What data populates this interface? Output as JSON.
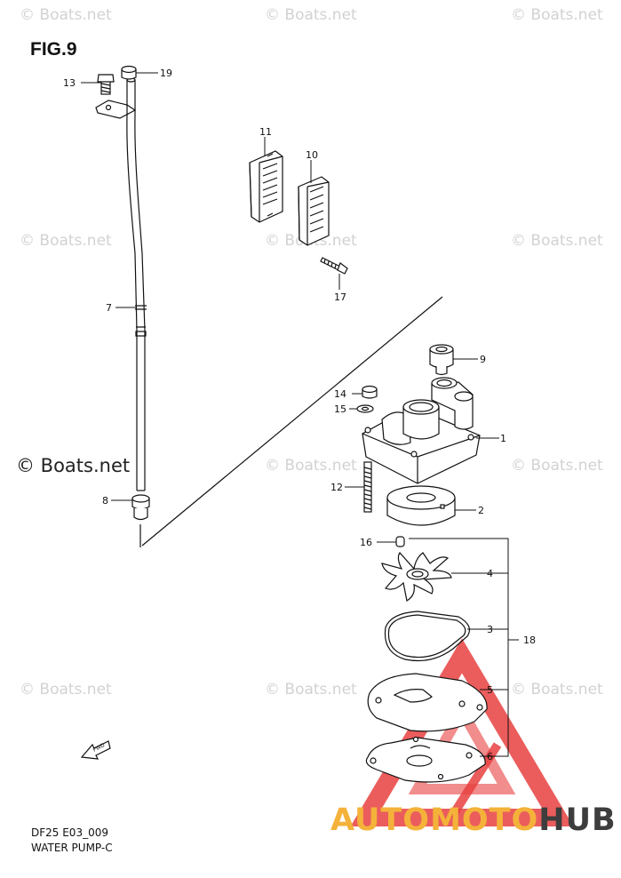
{
  "figure_label": "FIG.9",
  "watermark": "© Boats.net",
  "footer": {
    "code": "DF25 E03_009",
    "title": "WATER PUMP-C"
  },
  "brand": {
    "part1": "AUTO",
    "part2": "MOTO",
    "part3": "HUB",
    "orange": "#f4b23a",
    "dark": "#3d3d3d",
    "red": "#e8413f"
  },
  "fwd_label": "FWD",
  "callouts": {
    "p1": "1",
    "p2": "2",
    "p3": "3",
    "p4": "4",
    "p5": "5",
    "p6": "6",
    "p7": "7",
    "p8": "8",
    "p9": "9",
    "p10": "10",
    "p11": "11",
    "p12": "12",
    "p13": "13",
    "p14": "14",
    "p15": "15",
    "p16": "16",
    "p17": "17",
    "p18": "18",
    "p19": "19"
  }
}
